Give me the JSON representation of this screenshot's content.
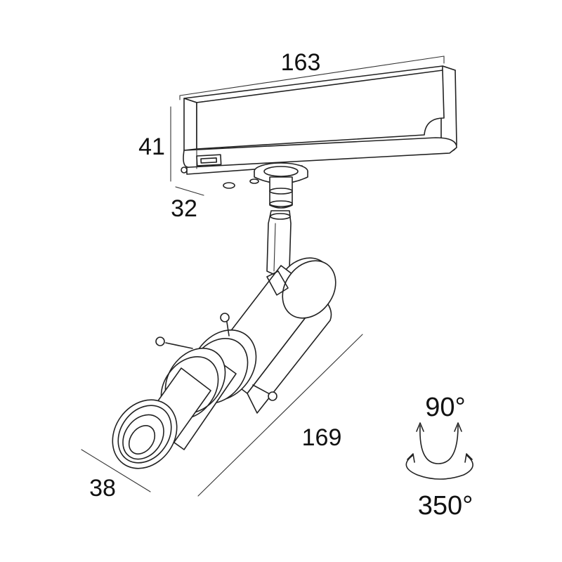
{
  "dimensions": {
    "adapter_length": "163",
    "adapter_height": "41",
    "adapter_depth": "32",
    "body_length": "169",
    "body_diameter": "38"
  },
  "rotation": {
    "tilt": "90°",
    "pan": "350°"
  }
}
